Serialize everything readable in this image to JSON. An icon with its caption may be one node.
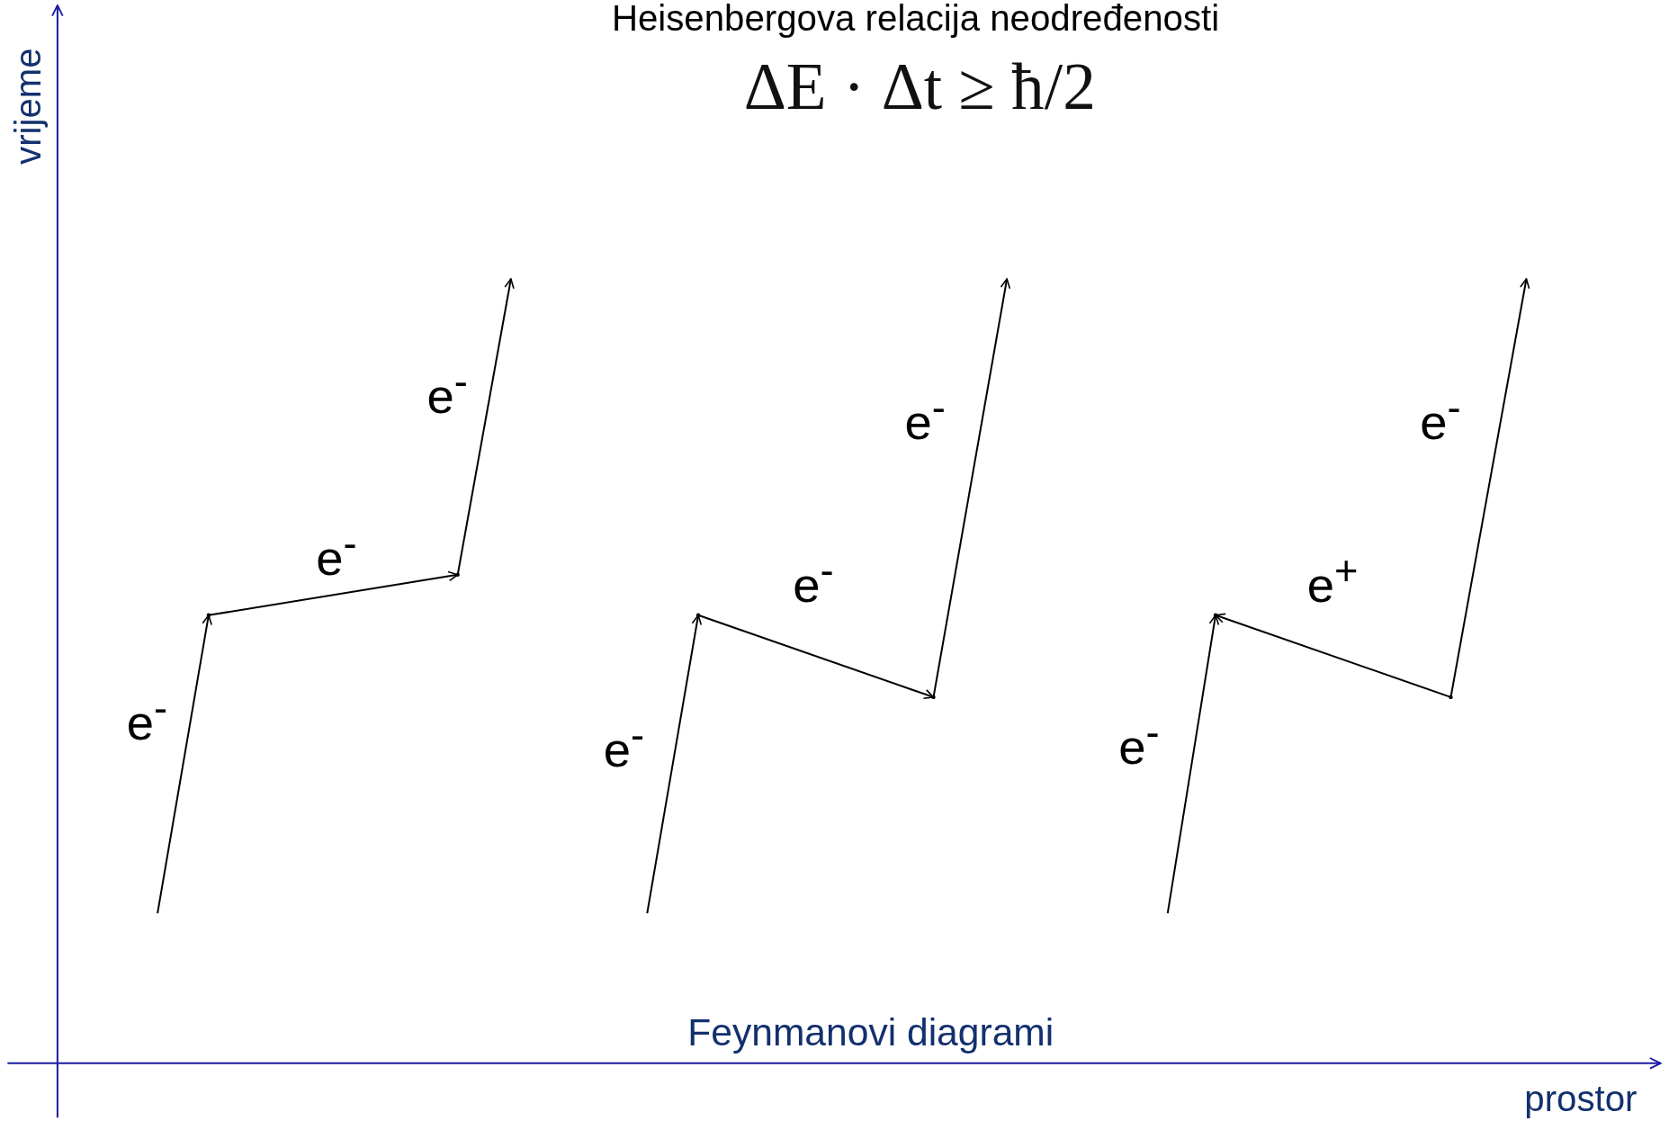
{
  "diagram": {
    "title": "Heisenbergova relacija neodređenosti",
    "nodes": [
      {
        "text": [],
        "shape": "dot"
      },
      {
        "text": [],
        "shape": "dot"
      },
      {
        "text": [],
        "shape": "dot"
      },
      {
        "text": [],
        "shape": "dot"
      },
      {
        "text": [],
        "shape": "dot"
      },
      {
        "text": [],
        "shape": "dot"
      }
    ],
    "edges": [
      {
        "from": null,
        "to": 0,
        "arrow": "to",
        "label": "e$^{-}$"
      },
      {
        "from": 0,
        "to": 1,
        "arrow": "to",
        "label": "e$^{-}$"
      },
      {
        "from": 1,
        "to": null,
        "arrow": "to",
        "label": "e$^{-}$"
      },
      {
        "from": null,
        "to": 2,
        "arrow": "to",
        "label": "e$^{-}$"
      },
      {
        "from": 2,
        "to": 3,
        "arrow": "to",
        "label": "e$^{-}$"
      },
      {
        "from": 3,
        "to": null,
        "arrow": "to",
        "label": "e$^{-}$"
      },
      {
        "from": null,
        "to": 4,
        "arrow": "to",
        "label": "e$^{-}$"
      },
      {
        "from": 5,
        "to": 4,
        "arrow": "to",
        "label": "e$^{+}$"
      },
      {
        "from": 5,
        "to": null,
        "arrow": "to",
        "label": "e$^{-}$"
      }
    ],
    "labels": [
      "vrijeme",
      "ΔE · Δt ≥ ħ/2",
      "Feynmanovi diagrami",
      "prostor"
    ]
  }
}
